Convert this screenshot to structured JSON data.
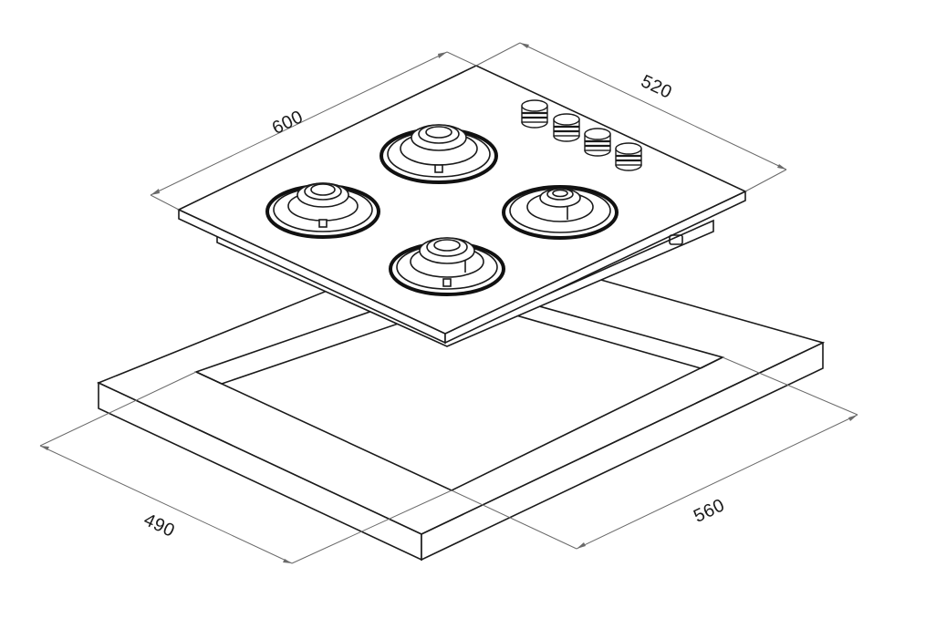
{
  "dimensions": {
    "width_top": "600",
    "depth_top": "520",
    "cutout_depth": "490",
    "cutout_width": "560"
  },
  "colors": {
    "line": "#1a1a1a",
    "dimension_line": "#6a6a6a",
    "background": "#ffffff"
  }
}
